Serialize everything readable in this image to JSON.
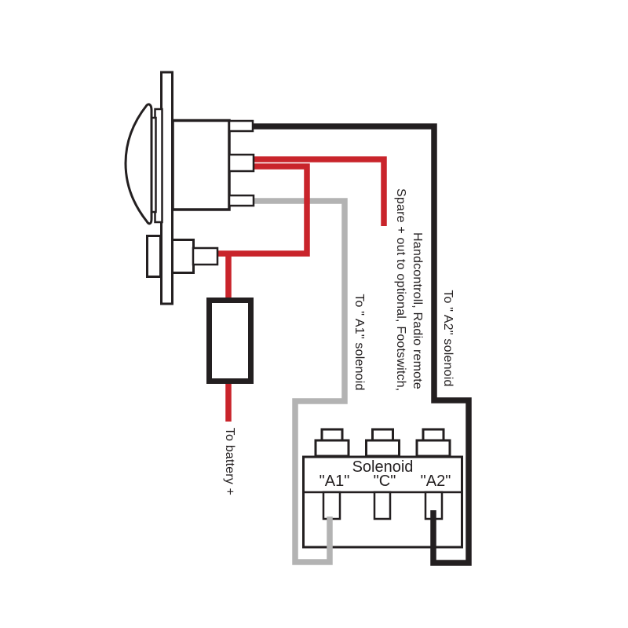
{
  "colors": {
    "background": "#ffffff",
    "ink": "#231f20",
    "wire_red": "#c9242b",
    "wire_gray": "#b3b3b3",
    "wire_black": "#231f20"
  },
  "labels": {
    "spare_line1": "Spare + out to optional, Footswitch,",
    "spare_line2": "Handcontroll, Radio remote",
    "to_a1_solenoid": "To \" A1\" solenoid",
    "to_a2_solenoid": "To \" A2\" solenoid",
    "to_battery": "To battery +"
  },
  "solenoid": {
    "title": "Solenoid",
    "terminals": {
      "a1": "\"A1\"",
      "c": "\"C\"",
      "a2": "\"A2\""
    }
  }
}
